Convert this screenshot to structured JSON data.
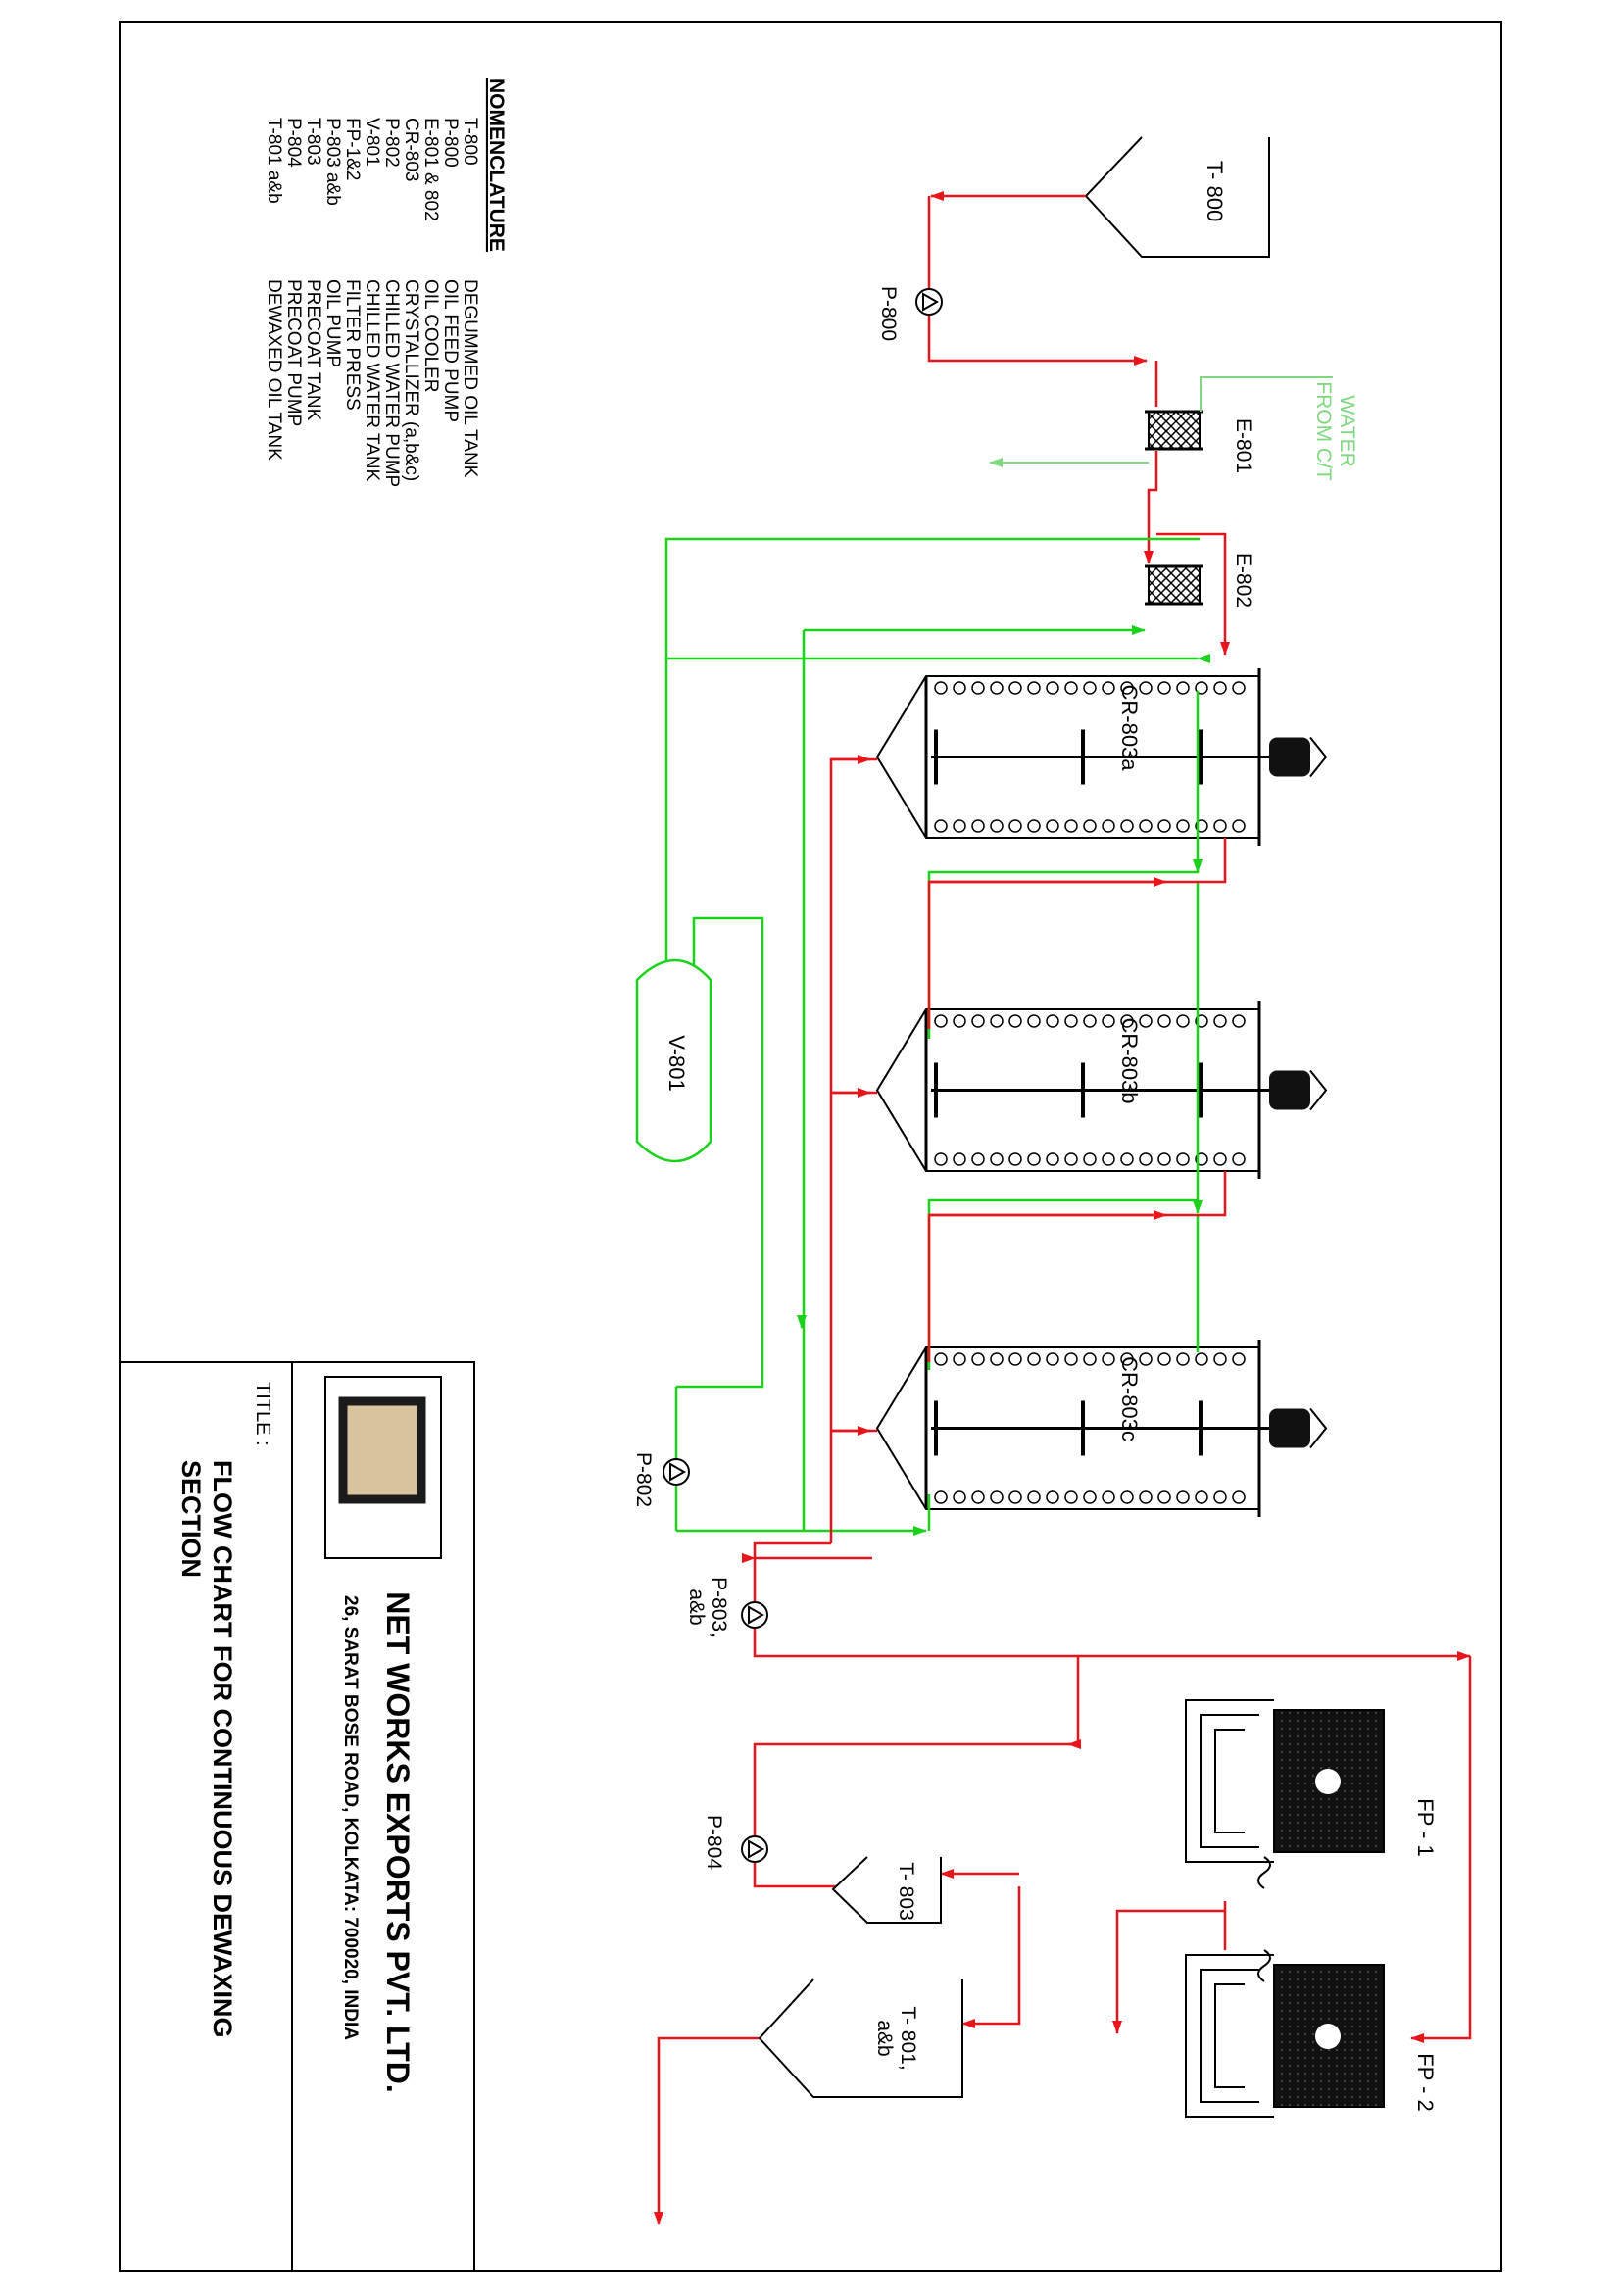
{
  "nomenclature": {
    "heading": "NOMENCLATURE",
    "items": [
      {
        "code": "T-800",
        "desc": "DEGUMMED OIL TANK"
      },
      {
        "code": "P-800",
        "desc": "OIL FEED PUMP"
      },
      {
        "code": "E-801 & 802",
        "desc": "OIL COOLER"
      },
      {
        "code": "CR-803",
        "desc": "CRYSTALLIZER (a,b&c)"
      },
      {
        "code": "P-802",
        "desc": "CHILLED WATER PUMP"
      },
      {
        "code": "V-801",
        "desc": "CHILLED WATER TANK"
      },
      {
        "code": "FP-1&2",
        "desc": "FILTER PRESS"
      },
      {
        "code": "P-803 a&b",
        "desc": "OIL PUMP"
      },
      {
        "code": "T-803",
        "desc": "PRECOAT TANK"
      },
      {
        "code": "P-804",
        "desc": "PRECOAT PUMP"
      },
      {
        "code": "T-801 a&b",
        "desc": "DEWAXED OIL TANK"
      }
    ]
  },
  "equipment": {
    "t800": "T- 800",
    "p800": "P-800",
    "e801": "E-801",
    "e802": "E-802",
    "water_line1": "WATER",
    "water_line2": "FROM C/T",
    "cr803a": "CR-803a",
    "cr803b": "CR-803b",
    "cr803c": "CR-803c",
    "v801": "V-801",
    "p802": "P-802",
    "p803_line1": "P-803,",
    "p803_line2": "a&b",
    "p804": "P-804",
    "t803": "T- 803",
    "t801_line1": "T- 801,",
    "t801_line2": "a&b",
    "fp1": "FP - 1",
    "fp2": "FP - 2"
  },
  "title_block": {
    "company": "NET WORKS EXPORTS PVT. LTD.",
    "address": "26, SARAT BOSE ROAD, KOLKATA: 700020, INDIA",
    "title_label": "TITLE :",
    "title_line1": "FLOW CHART FOR  CONTINUOUS DEWAXING",
    "title_line2": "SECTION"
  },
  "colors": {
    "oil_line": "#e8141b",
    "water_line": "#19d219",
    "cooling_water_line": "#7fd87f",
    "ink": "#000000"
  }
}
